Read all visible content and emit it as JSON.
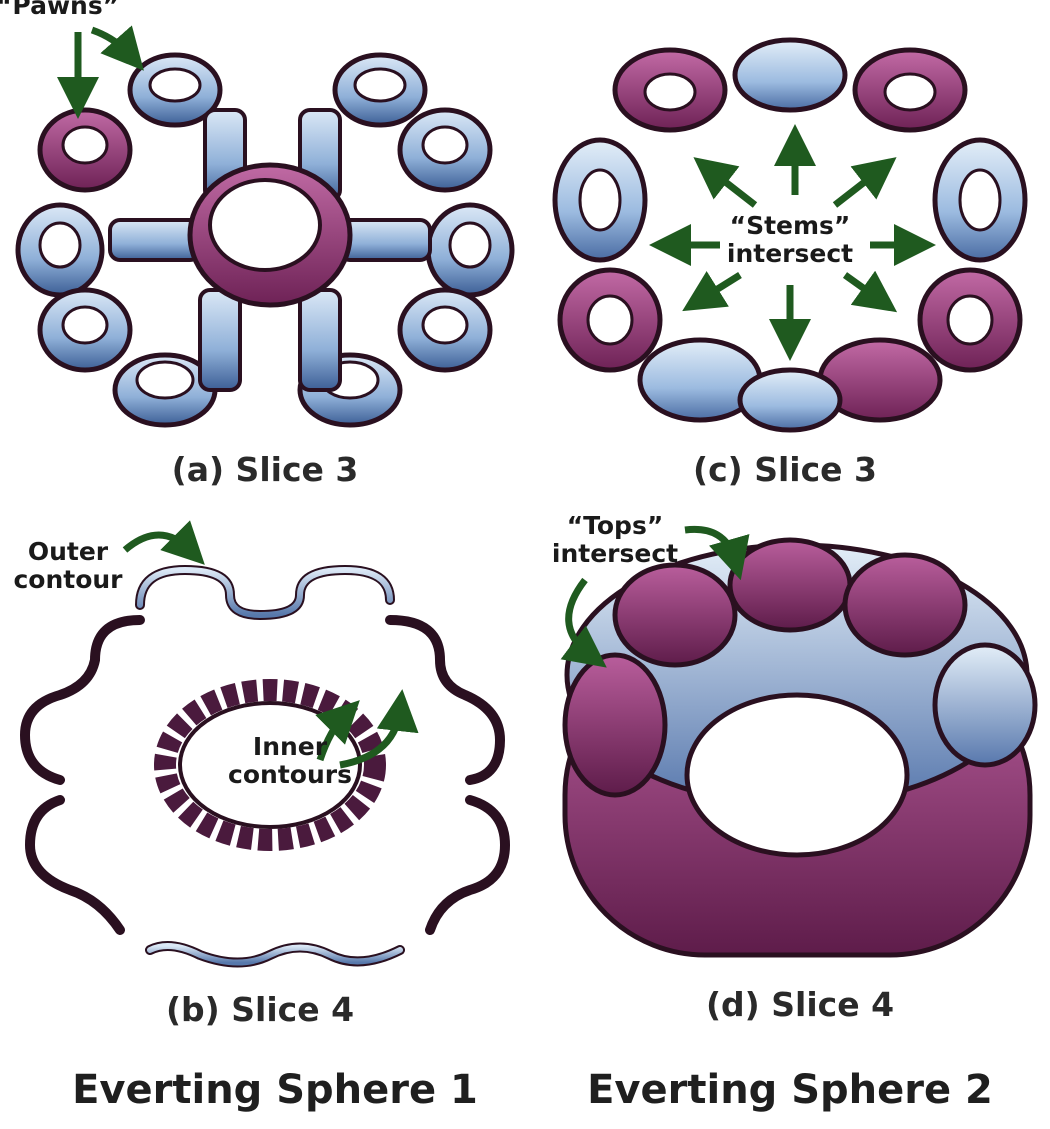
{
  "annotations": {
    "pawns": "“Pawns”",
    "stems_line1": "“Stems”",
    "stems_line2": "intersect",
    "outer_line1": "Outer",
    "outer_line2": "contour",
    "inner_line1": "Inner",
    "inner_line2": "contours",
    "tops_line1": "“Tops”",
    "tops_line2": "intersect"
  },
  "captions": {
    "a": "(a) Slice 3",
    "b": "(b) Slice 4",
    "c": "(c) Slice 3",
    "d": "(d) Slice 4"
  },
  "titles": {
    "left": "Everting Sphere 1",
    "right": "Everting Sphere 2"
  },
  "colors": {
    "blue_surface": "#a9c3e3",
    "magenta_surface": "#9a3d78",
    "dark_outline": "#2a1020",
    "arrow_green": "#1f5a1f"
  }
}
